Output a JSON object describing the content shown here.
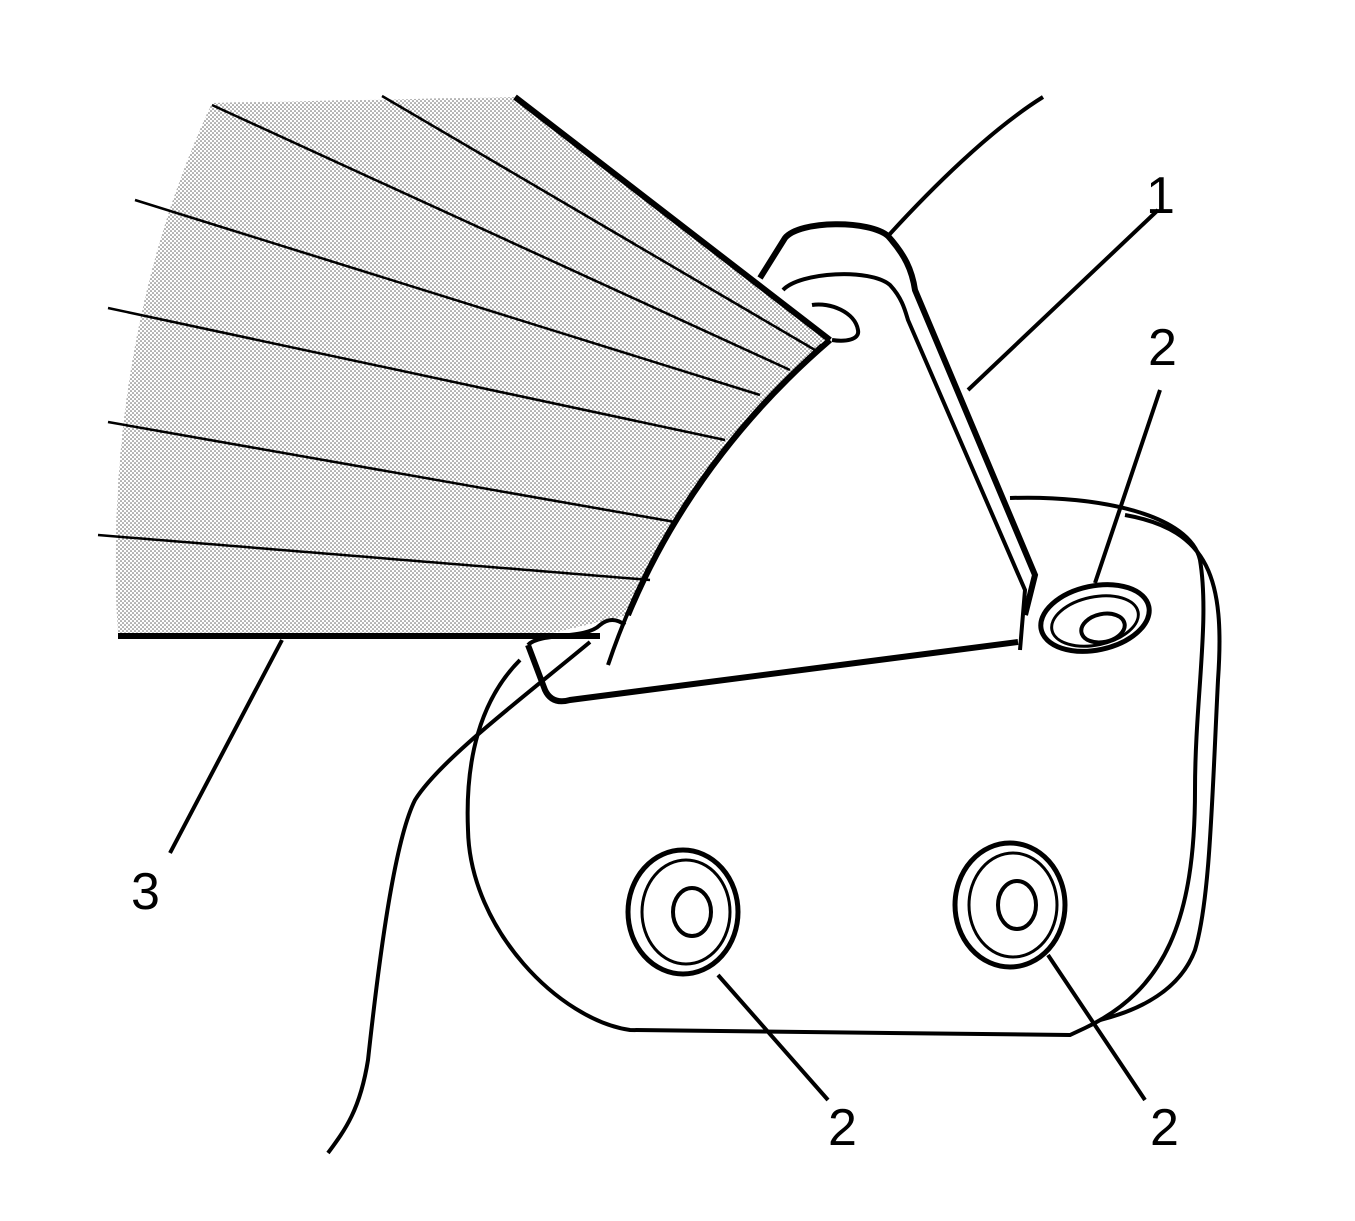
{
  "diagram": {
    "callouts": {
      "part_1": "1",
      "part_2_upper": "2",
      "part_3": "3",
      "part_2_lower_left": "2",
      "part_2_lower_right": "2"
    },
    "colors": {
      "line": "#000000",
      "background": "#ffffff",
      "stipple_dot": "#555555"
    }
  }
}
